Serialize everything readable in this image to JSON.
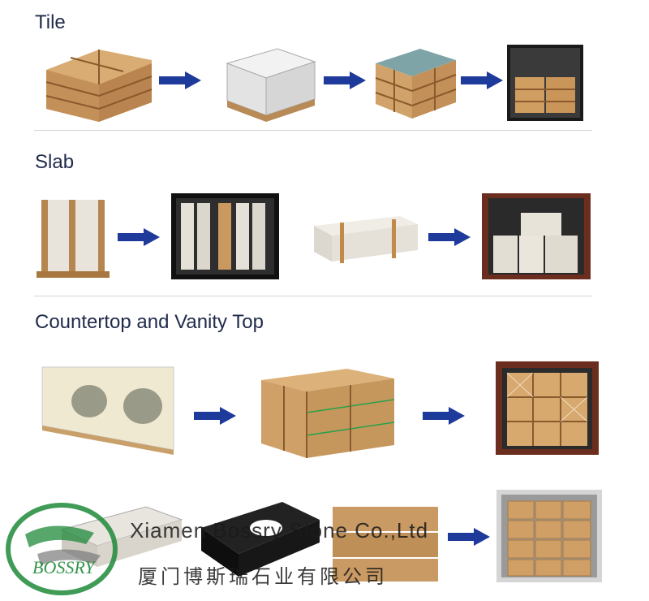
{
  "sections": [
    {
      "title": "Tile"
    },
    {
      "title": "Slab"
    },
    {
      "title": "Countertop and Vanity Top"
    }
  ],
  "watermark": {
    "logo_text": "BOSSRY",
    "company_en": "Xiamen Bossry Stone Co.,Ltd",
    "company_cn": "厦门博斯瑞石业有限公司"
  },
  "icons": [
    "arrow-right-icon"
  ],
  "colors": {
    "arrow": "#1e3a9a",
    "title": "#1f2a4a",
    "wood": "#c89a62",
    "container": "#6b2d1e",
    "logo_green": "#1f8a3a"
  }
}
